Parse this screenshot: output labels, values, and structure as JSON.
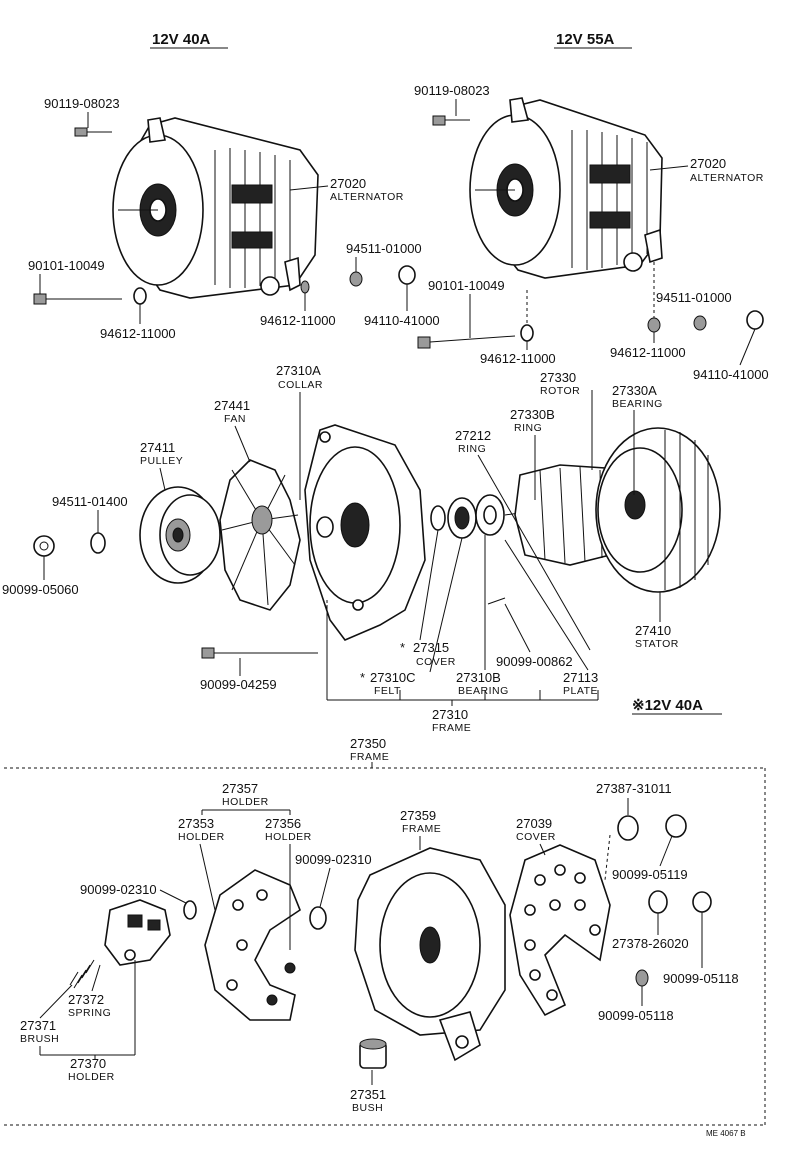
{
  "headers": {
    "left_variant": "12V 40A",
    "right_variant": "12V 55A",
    "note_variant": "※12V 40A"
  },
  "labels": {
    "l_90119": "90119-08023",
    "l_27020": "27020",
    "l_27020_name": "ALTERNATOR",
    "l_90101": "90101-10049",
    "l_94612": "94612-11000",
    "l_94511": "94511-01000",
    "l_94612b": "94612-11000",
    "l_94110": "94110-41000",
    "r_90119": "90119-08023",
    "r_27020": "27020",
    "r_27020_name": "ALTERNATOR",
    "r_90101": "90101-10049",
    "r_94612": "94612-11000",
    "r_94511": "94511-01000",
    "r_94612b": "94612-11000",
    "r_94110": "94110-41000",
    "p_27310A": "27310A",
    "p_27310A_name": "COLLAR",
    "p_27441": "27441",
    "p_27441_name": "FAN",
    "p_27411": "27411",
    "p_27411_name": "PULLEY",
    "p_94511": "94511-01400",
    "p_90099a": "90099-05060",
    "p_90099b": "90099-04259",
    "p_27330": "27330",
    "p_27330_name": "ROTOR",
    "p_27330A": "27330A",
    "p_27330A_name": "BEARING",
    "p_27330B": "27330B",
    "p_27330B_name": "RING",
    "p_27212": "27212",
    "p_27212_name": "RING",
    "p_27410": "27410",
    "p_27410_name": "STATOR",
    "p_90099c": "90099-00862",
    "p_27315": "27315",
    "p_27315_name": "COVER",
    "p_27310C": "27310C",
    "p_27310C_name": "FELT",
    "p_27310B": "27310B",
    "p_27310B_name": "BEARING",
    "p_27113": "27113",
    "p_27113_name": "PLATE",
    "p_27310": "27310",
    "p_27310_name": "FRAME",
    "b_27350": "27350",
    "b_27350_name": "FRAME",
    "b_27357": "27357",
    "b_27357_name": "HOLDER",
    "b_27353": "27353",
    "b_27353_name": "HOLDER",
    "b_27356": "27356",
    "b_27356_name": "HOLDER",
    "b_90099_02310a": "90099-02310",
    "b_90099_02310b": "90099-02310",
    "b_27359": "27359",
    "b_27359_name": "FRAME",
    "b_27039": "27039",
    "b_27039_name": "COVER",
    "b_27387": "27387-31011",
    "b_90099_05119": "90099-05119",
    "b_27378": "27378-26020",
    "b_90099_05118a": "90099-05118",
    "b_90099_05118b": "90099-05118",
    "b_27372": "27372",
    "b_27372_name": "SPRING",
    "b_27371": "27371",
    "b_27371_name": "BRUSH",
    "b_27370": "27370",
    "b_27370_name": "HOLDER",
    "b_27351": "27351",
    "b_27351_name": "BUSH",
    "footer_code": "ME 4067 B"
  },
  "markers": {
    "asterisk": "*"
  }
}
